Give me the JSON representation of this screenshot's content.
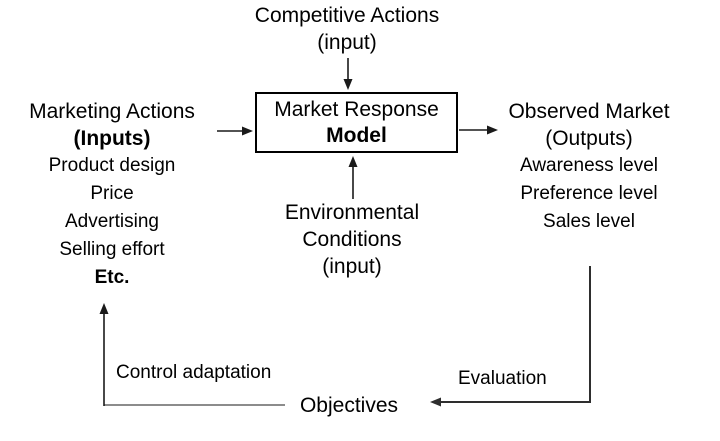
{
  "diagram": {
    "title_hint": "Market response model feedback diagram",
    "colors": {
      "background": "#ffffff",
      "text": "#000000",
      "line": "#1a1a1a",
      "gray_line": "#8c8c8c"
    },
    "top_input": {
      "line1": "Competitive Actions",
      "line2": "(input)"
    },
    "center_box": {
      "line1": "Market Response",
      "line2": "Model"
    },
    "left_column": {
      "title": "Marketing Actions",
      "subtitle": "(Inputs)",
      "items": [
        "Product design",
        "Price",
        "Advertising",
        "Selling effort",
        "Etc."
      ]
    },
    "right_column": {
      "title": "Observed Market",
      "subtitle": "(Outputs)",
      "items": [
        "Awareness level",
        "Preference level",
        "Sales level"
      ]
    },
    "bottom_input": {
      "line1": "Environmental",
      "line2": "Conditions",
      "line3": "(input)"
    },
    "feedback_loop": {
      "objectives": "Objectives",
      "evaluation": "Evaluation",
      "control_adaptation": "Control adaptation"
    }
  }
}
